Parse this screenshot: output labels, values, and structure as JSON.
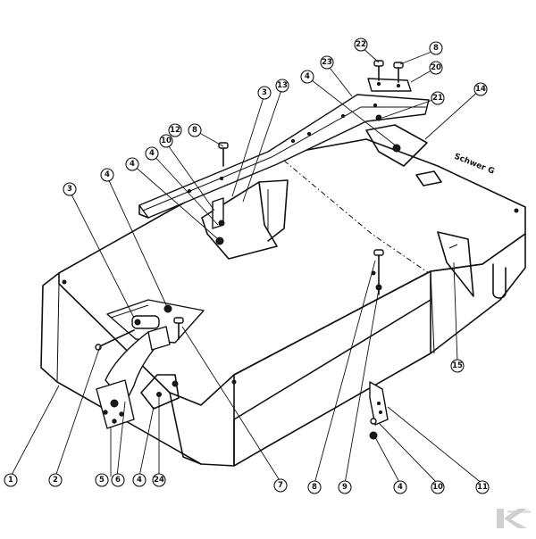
{
  "diagram": {
    "deck_label": "Schwer G",
    "callouts": [
      "1",
      "2",
      "3",
      "3",
      "4",
      "4",
      "4",
      "4",
      "4",
      "4",
      "5",
      "6",
      "7",
      "8",
      "8",
      "8",
      "9",
      "10",
      "10",
      "11",
      "12",
      "13",
      "14",
      "15",
      "20",
      "21",
      "22",
      "23",
      "24"
    ]
  },
  "colors": {
    "line": "#111111",
    "background": "#ffffff",
    "watermark": "#cfcfcf"
  },
  "icons": {
    "watermark": "k-logo-icon"
  }
}
